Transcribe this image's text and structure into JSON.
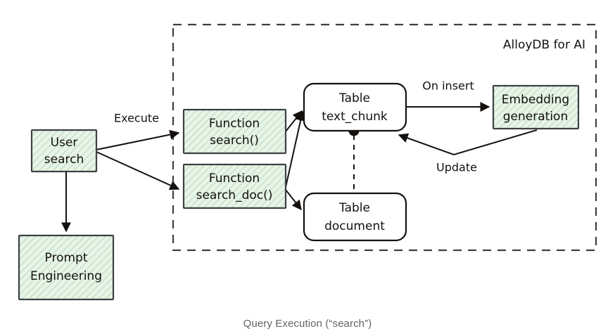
{
  "caption": "Query Execution (“search”)",
  "group": {
    "label": "AlloyDB for AI",
    "border_style": "dashed",
    "border_color": "#3c4043"
  },
  "colors": {
    "node_fill_green": "#e4f2e4",
    "node_fill_white": "#ffffff",
    "node_stroke": "#3c4043",
    "hatch": "#bfe0bf",
    "edge": "#14110f",
    "caption_text": "#5f6368"
  },
  "nodes": [
    {
      "id": "user-search",
      "line1": "User",
      "line2": "search",
      "fill": "green",
      "shape": "rect"
    },
    {
      "id": "prompt-engineering",
      "line1": "Prompt",
      "line2": "Engineering",
      "fill": "green",
      "shape": "rect"
    },
    {
      "id": "function-search",
      "line1": "Function",
      "line2": "search()",
      "fill": "green",
      "shape": "rect"
    },
    {
      "id": "function-search-doc",
      "line1": "Function",
      "line2": "search_doc()",
      "fill": "green",
      "shape": "rect"
    },
    {
      "id": "table-text-chunk",
      "line1": "Table",
      "line2": "text_chunk",
      "fill": "white",
      "shape": "rounded"
    },
    {
      "id": "table-document",
      "line1": "Table",
      "line2": "document",
      "fill": "white",
      "shape": "rounded"
    },
    {
      "id": "embedding-generation",
      "line1": "Embedding",
      "line2": "generation",
      "fill": "green",
      "shape": "rect"
    }
  ],
  "edges": [
    {
      "id": "edge-execute",
      "label": "Execute",
      "from": "user-search",
      "to": "function-search"
    },
    {
      "id": "edge-user-to-doc",
      "label": "",
      "from": "user-search",
      "to": "function-search-doc"
    },
    {
      "id": "edge-user-prompt",
      "label": "",
      "from": "user-search",
      "to": "prompt-engineering"
    },
    {
      "id": "edge-search-chunk",
      "label": "",
      "from": "function-search",
      "to": "table-text-chunk"
    },
    {
      "id": "edge-doc-chunk",
      "label": "",
      "from": "function-search-doc",
      "to": "table-text-chunk"
    },
    {
      "id": "edge-doc-document",
      "label": "",
      "from": "function-search-doc",
      "to": "table-document"
    },
    {
      "id": "edge-on-insert",
      "label": "On insert",
      "from": "table-text-chunk",
      "to": "embedding-generation"
    },
    {
      "id": "edge-update",
      "label": "Update",
      "from": "embedding-generation",
      "to": "table-text-chunk"
    },
    {
      "id": "edge-chunk-doc-rel",
      "label": "",
      "from": "table-text-chunk",
      "to": "table-document"
    }
  ]
}
